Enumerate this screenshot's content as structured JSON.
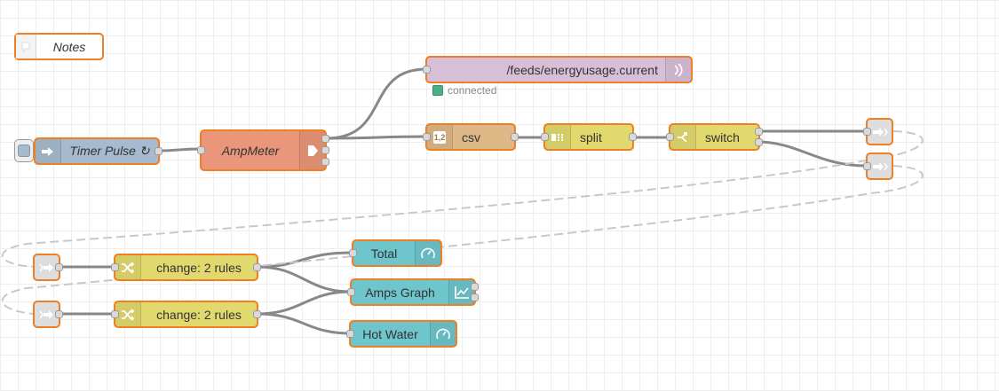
{
  "colors": {
    "accent_border": "#f07e22",
    "comment": "#ffffff",
    "mqtt": "#d8bfd8",
    "inject": "#a6bbcf",
    "function": "#e2d96e",
    "ampmeter": "#e9967a",
    "csv": "#deb887",
    "dashboard": "#6ec5cb",
    "link": "#dddddd",
    "wire": "#888888",
    "link_wire": "#c0c0c0",
    "status_green": "#4caf86"
  },
  "nodes": {
    "comment": {
      "label": "Notes",
      "icon": "comment-icon"
    },
    "mqtt": {
      "label": "/feeds/energyusage.current",
      "icon": "broadcast-icon",
      "status": "connected"
    },
    "timer": {
      "label": "Timer Pulse ↻",
      "icon": "inject-arrow-icon"
    },
    "ampmeter": {
      "label": "AmpMeter",
      "icon": "arrow-right-icon"
    },
    "csv": {
      "label": "csv",
      "icon": "csv-icon",
      "icon_text": "1,2"
    },
    "split": {
      "label": "split",
      "icon": "split-icon"
    },
    "switch": {
      "label": "switch",
      "icon": "switch-icon"
    },
    "change1": {
      "label": "change: 2 rules",
      "icon": "shuffle-icon"
    },
    "change2": {
      "label": "change: 2 rules",
      "icon": "shuffle-icon"
    },
    "total": {
      "label": "Total",
      "icon": "gauge-icon"
    },
    "amps_graph": {
      "label": "Amps Graph",
      "icon": "chart-icon"
    },
    "hot_water": {
      "label": "Hot Water",
      "icon": "gauge-icon"
    },
    "link_outs": [
      "link-out-icon",
      "link-out-icon"
    ],
    "link_ins": [
      "link-in-icon",
      "link-in-icon"
    ]
  }
}
